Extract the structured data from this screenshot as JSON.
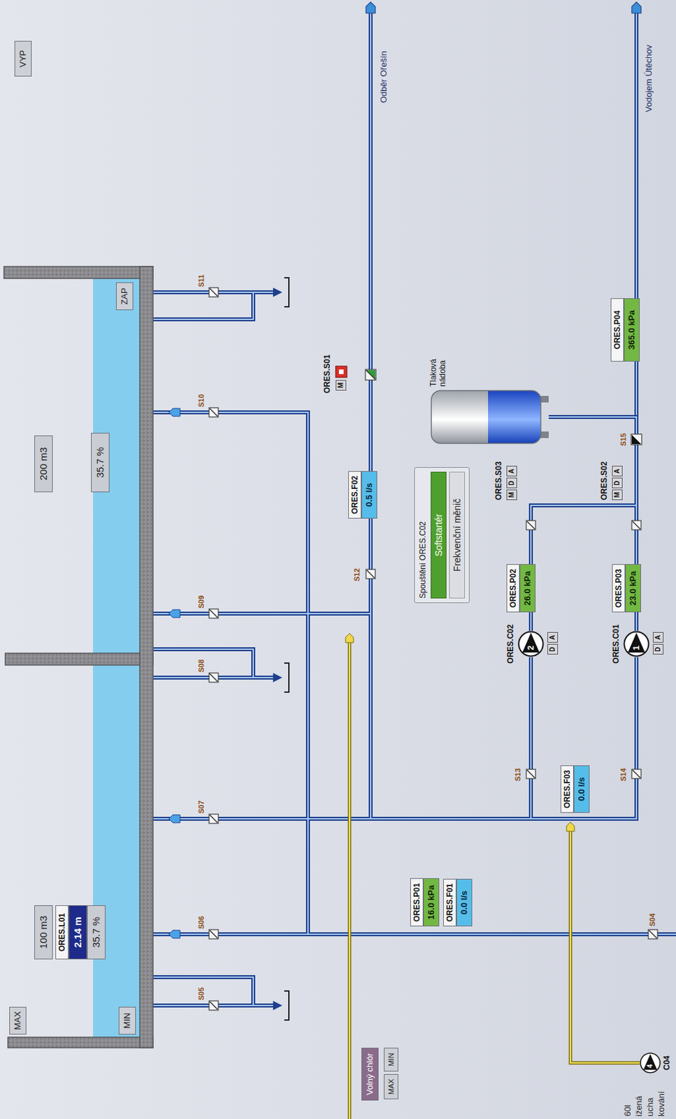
{
  "diagram": {
    "nodes": [
      {
        "text": [
          "MAX"
        ]
      },
      {
        "text": [
          "100 m3"
        ]
      },
      {
        "text": [
          "ORES.L01",
          "2.14 m",
          "35.7 %"
        ]
      },
      {
        "text": [
          "MIN"
        ]
      },
      {
        "text": [
          "200 m3"
        ]
      },
      {
        "text": [
          "35.7 %"
        ]
      },
      {
        "text": [
          "ZAP"
        ]
      },
      {
        "text": [
          "VYP"
        ]
      },
      {
        "text": [
          "ORES.P01",
          "16.0 kPa"
        ]
      },
      {
        "text": [
          "ORES.F01",
          "0.0 l/s"
        ]
      },
      {
        "text": [
          "ORES.F03",
          "0.0 l/s"
        ]
      },
      {
        "text": [
          "ORES.F02",
          "0.5 l/s"
        ]
      },
      {
        "text": [
          "Spouštění ORES.C02"
        ]
      },
      {
        "text": [
          "Softstartér"
        ],
        "in": 12
      },
      {
        "text": [
          "Frekvenční měnič"
        ],
        "in": 12
      },
      {
        "text": [
          "ORES.P02",
          "26.0 kPa"
        ]
      },
      {
        "text": [
          "2",
          "ORES.C02"
        ]
      },
      {
        "text": [
          "ORES.P03",
          "23.0 kPa"
        ]
      },
      {
        "text": [
          "1",
          "ORES.C01"
        ]
      },
      {
        "text": [
          "Tlaková nádoba"
        ]
      },
      {
        "text": [
          "ORES.P04",
          "365.0 kPa"
        ]
      },
      {
        "text": [
          "Volný chlór"
        ]
      },
      {
        "text": [
          "MAX"
        ]
      },
      {
        "text": [
          "MIN"
        ]
      },
      {
        "text": [
          "4",
          "C04"
        ]
      }
    ],
    "edges": [
      {
        "from": 16,
        "to": 19,
        "arrow": "none"
      },
      {
        "from": 18,
        "to": 19,
        "arrow": "none"
      }
    ],
    "labels": [
      "S05",
      "S06",
      "S07",
      "S08",
      "S09",
      "S10",
      "S11",
      "ORES.S01",
      "M",
      "S12",
      "ORES.S03",
      "M",
      "D",
      "A",
      "ORES.S02",
      "M",
      "D",
      "A",
      "D",
      "A",
      "D",
      "A",
      "S13",
      "S14",
      "S15",
      "S04",
      "Odběr Ořešín",
      "Vodojem Útěchov",
      "60l",
      "ižená",
      "ucha",
      "kování"
    ]
  }
}
